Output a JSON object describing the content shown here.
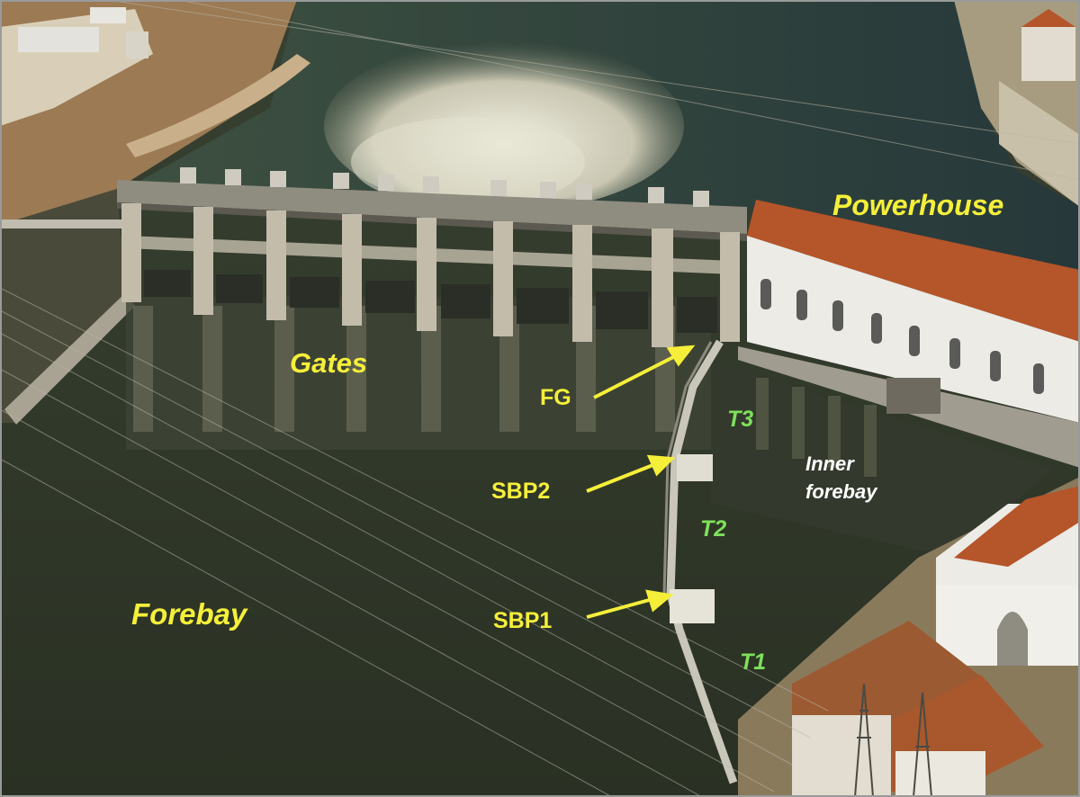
{
  "photo": {
    "description_colors": {
      "water_dark": "#2b3326",
      "water_mid": "#3a4432",
      "foam": "#e8e6d4",
      "concrete": "#b8b2a2",
      "roof": "#b5552a",
      "building": "#ecebe6",
      "label_yellow": "#f5ef3a",
      "label_green": "#7ee05a"
    }
  },
  "labels": {
    "powerhouse": "Powerhouse",
    "gates": "Gates",
    "forebay": "Forebay",
    "fg": "FG",
    "sbp2": "SBP2",
    "sbp1": "SBP1",
    "t3": "T3",
    "t2": "T2",
    "t1": "T1",
    "inner_forebay_line1": "Inner",
    "inner_forebay_line2": "forebay"
  }
}
